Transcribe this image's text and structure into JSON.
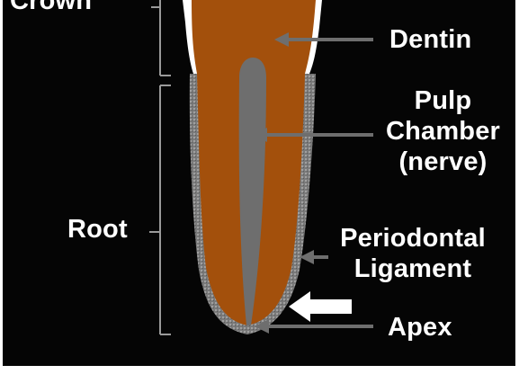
{
  "labels": {
    "crown": "Crown",
    "root": "Root",
    "dentin": "Dentin",
    "pulp_line1": "Pulp",
    "pulp_line2": "Chamber",
    "pulp_line3": "(nerve)",
    "periodontal_line1": "Periodontal",
    "periodontal_line2": "Ligament",
    "apex": "Apex"
  },
  "colors": {
    "background": "#050505",
    "dentin": "#a3500c",
    "pulp": "#6e6e6e",
    "ligament": "#8a8a8a",
    "enamel": "#ffffff",
    "pointer": "#6e6e6e",
    "highlight_arrow": "#ffffff"
  },
  "icons": {
    "highlight_arrow": "left-arrow-icon"
  }
}
